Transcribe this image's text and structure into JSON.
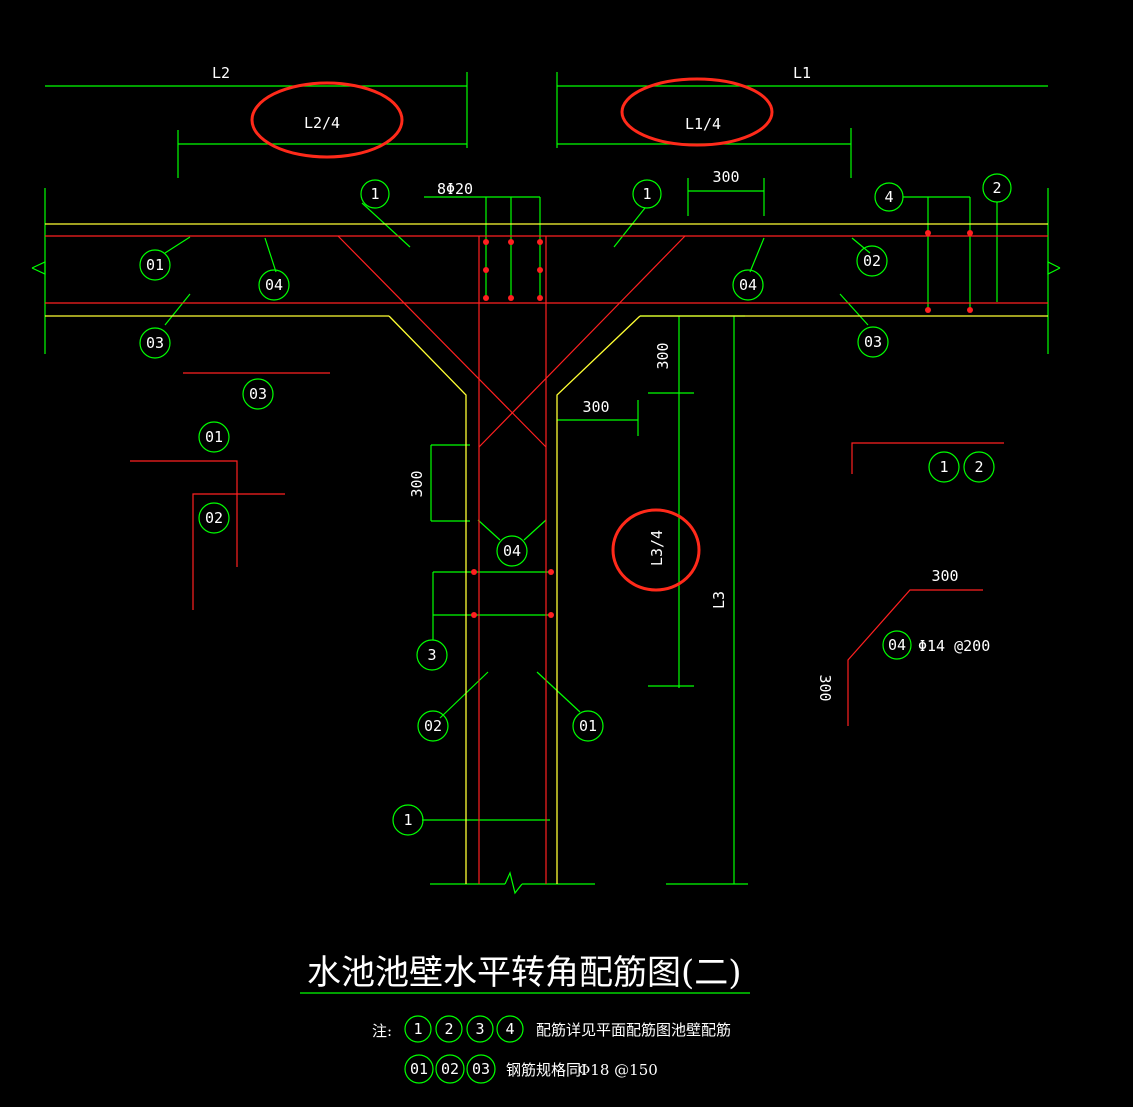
{
  "drawing": {
    "title": "水池池壁水平转角配筋图(二)",
    "dims": {
      "L2": "L2",
      "L1": "L1",
      "L2_4": "L2/4",
      "L1_4": "L1/4",
      "L3": "L3",
      "L3_4": "L3/4",
      "d300_top": "300",
      "d300_corner_v": "300",
      "d300_corner_h": "300",
      "d300_left": "300",
      "d300_detail_h": "300",
      "d300_detail_v": "300"
    },
    "rebar_top": "8Φ20",
    "detail_spec": "Φ14 @200",
    "markers": {
      "m1": "1",
      "m2": "2",
      "m3": "3",
      "m4": "4",
      "m01": "01",
      "m02": "02",
      "m03": "03",
      "m04": "04"
    }
  },
  "notes": {
    "prefix": "注:",
    "line1_marks": [
      "1",
      "2",
      "3",
      "4"
    ],
    "line1_text": "配筋详见平面配筋图池壁配筋",
    "line2_marks": [
      "01",
      "02",
      "03"
    ],
    "line2_text": "钢筋规格同",
    "line2_spec": "Φ18 @150"
  },
  "colors": {
    "background": "#000000",
    "dimension": "#00ff00",
    "concrete": "#ffff33",
    "rebar": "#ff2020",
    "highlight": "#ff2a1a"
  }
}
